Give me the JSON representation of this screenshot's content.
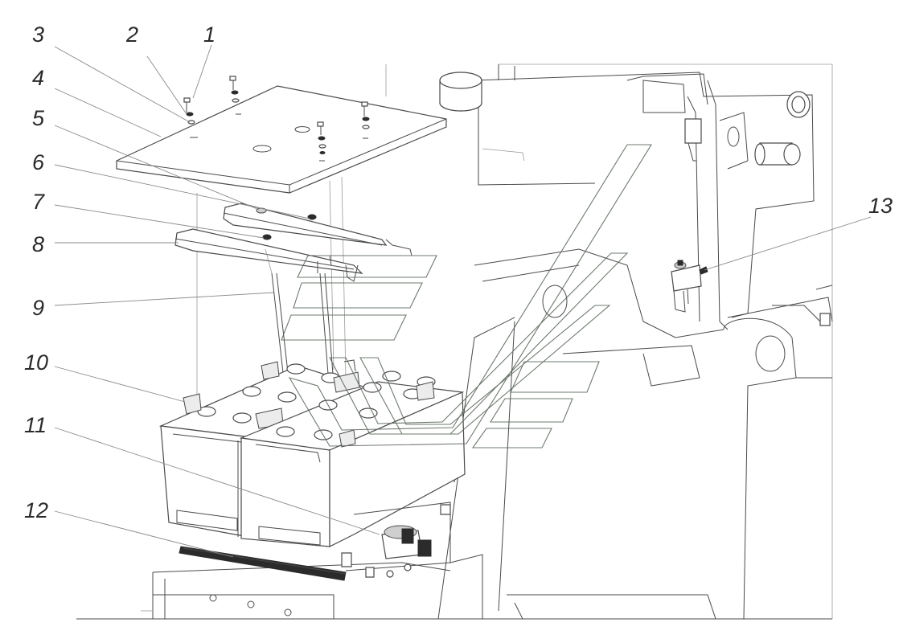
{
  "callouts": [
    {
      "id": "1",
      "label": "1"
    },
    {
      "id": "2",
      "label": "2"
    },
    {
      "id": "3",
      "label": "3"
    },
    {
      "id": "4",
      "label": "4"
    },
    {
      "id": "5",
      "label": "5"
    },
    {
      "id": "6",
      "label": "6"
    },
    {
      "id": "7",
      "label": "7"
    },
    {
      "id": "8",
      "label": "8"
    },
    {
      "id": "9",
      "label": "9"
    },
    {
      "id": "10",
      "label": "10"
    },
    {
      "id": "11",
      "label": "11"
    },
    {
      "id": "12",
      "label": "12"
    },
    {
      "id": "13",
      "label": "13"
    }
  ],
  "colors": {
    "line": "#4a4a4a",
    "background": "#ffffff",
    "text": "#2a2a2a"
  }
}
